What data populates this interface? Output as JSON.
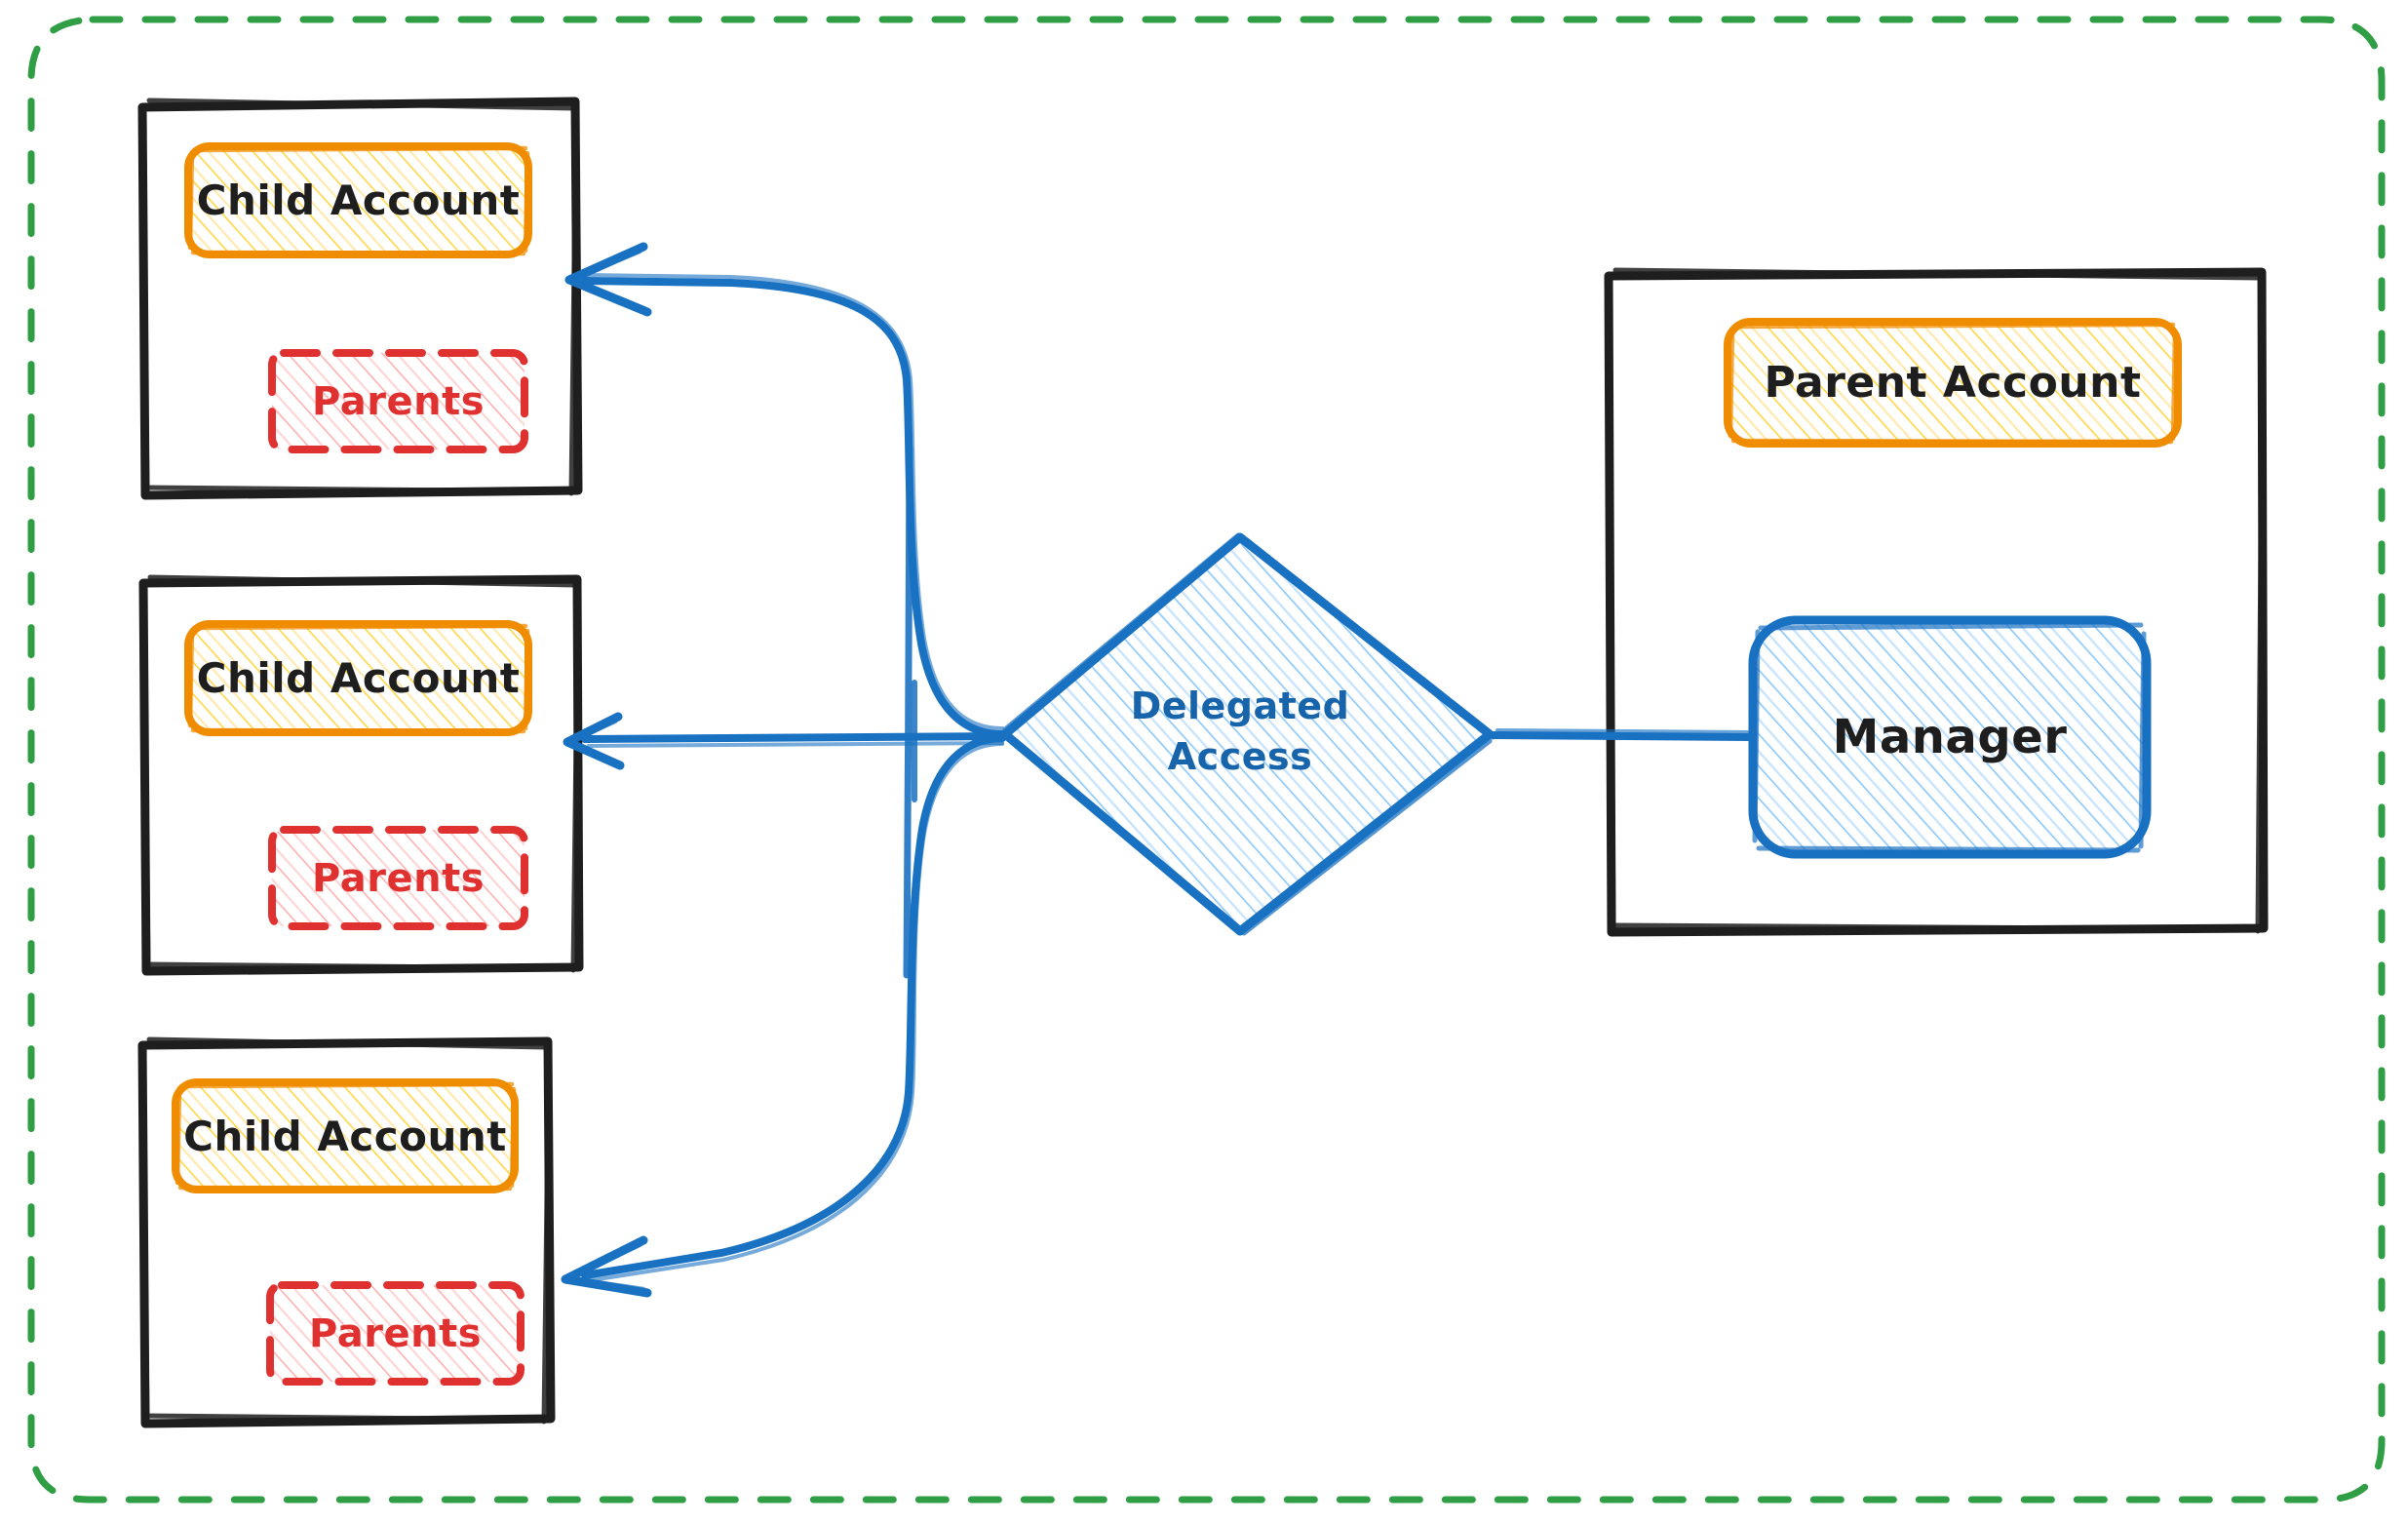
{
  "diagram": {
    "title": "Delegated Access",
    "outer_boundary": {
      "name": "account-scope-boundary",
      "style": "dashed",
      "color": "#2f9e44"
    },
    "colors": {
      "boundary_green": "#2f9e44",
      "container_black": "#1e1e1e",
      "account_orange": "#f08c00",
      "account_fill_yellow": "#ffec99",
      "parents_red": "#e03131",
      "parents_fill_red": "#ffc9c9",
      "link_blue": "#1971c2",
      "node_fill_blue": "#a5d8ff",
      "text_blue": "#1864ab",
      "text_dark": "#1e1e1e",
      "background": "#ffffff"
    },
    "children": [
      {
        "container_label": "child-account-container-1",
        "account_label": "Child Account",
        "parents_label": "Parents"
      },
      {
        "container_label": "child-account-container-2",
        "account_label": "Child Account",
        "parents_label": "Parents"
      },
      {
        "container_label": "child-account-container-3",
        "account_label": "Child Account",
        "parents_label": "Parents"
      }
    ],
    "decision": {
      "label_line_1": "Delegated",
      "label_line_2": "Access",
      "shape": "diamond"
    },
    "parent_side": {
      "container_label": "parent-account-container",
      "account_label": "Parent Account",
      "role_label": "Manager"
    },
    "edges": [
      {
        "from": "Manager",
        "to": "Delegated Access",
        "style": "solid",
        "direction": "forward"
      },
      {
        "from": "Delegated Access",
        "to": "Child Account 1",
        "style": "curved",
        "direction": "arrow-left"
      },
      {
        "from": "Delegated Access",
        "to": "Child Account 2",
        "style": "straight",
        "direction": "arrow-left"
      },
      {
        "from": "Delegated Access",
        "to": "Child Account 3",
        "style": "curved",
        "direction": "arrow-left"
      }
    ]
  }
}
